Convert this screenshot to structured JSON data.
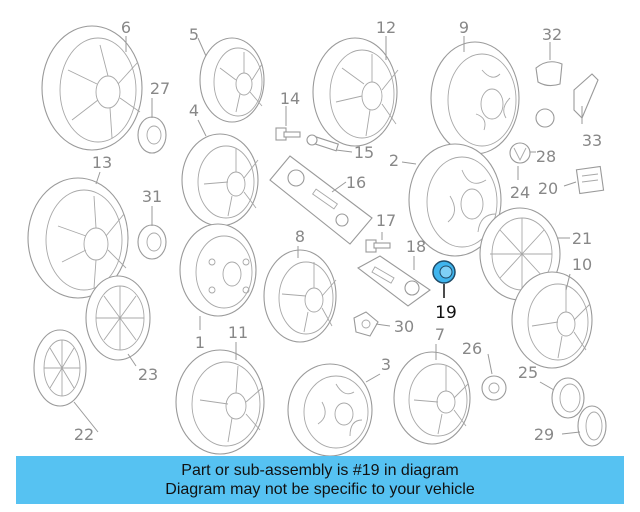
{
  "callouts": [
    {
      "id": "6",
      "label": "6"
    },
    {
      "id": "5",
      "label": "5"
    },
    {
      "id": "12",
      "label": "12"
    },
    {
      "id": "9",
      "label": "9"
    },
    {
      "id": "32",
      "label": "32"
    },
    {
      "id": "27",
      "label": "27"
    },
    {
      "id": "4",
      "label": "4"
    },
    {
      "id": "14",
      "label": "14"
    },
    {
      "id": "15",
      "label": "15"
    },
    {
      "id": "33",
      "label": "33"
    },
    {
      "id": "28",
      "label": "28"
    },
    {
      "id": "13",
      "label": "13"
    },
    {
      "id": "2",
      "label": "2"
    },
    {
      "id": "16",
      "label": "16"
    },
    {
      "id": "24",
      "label": "24"
    },
    {
      "id": "20",
      "label": "20"
    },
    {
      "id": "31",
      "label": "31"
    },
    {
      "id": "17",
      "label": "17"
    },
    {
      "id": "21",
      "label": "21"
    },
    {
      "id": "8",
      "label": "8"
    },
    {
      "id": "18",
      "label": "18"
    },
    {
      "id": "10",
      "label": "10"
    },
    {
      "id": "19",
      "label": "19"
    },
    {
      "id": "30",
      "label": "30"
    },
    {
      "id": "1",
      "label": "1"
    },
    {
      "id": "11",
      "label": "11"
    },
    {
      "id": "3",
      "label": "3"
    },
    {
      "id": "7",
      "label": "7"
    },
    {
      "id": "26",
      "label": "26"
    },
    {
      "id": "23",
      "label": "23"
    },
    {
      "id": "25",
      "label": "25"
    },
    {
      "id": "22",
      "label": "22"
    },
    {
      "id": "29",
      "label": "29"
    }
  ],
  "highlight_part": "19",
  "banner": {
    "line1": "Part or sub-assembly is #19 in diagram",
    "line2": "Diagram may not be specific to your vehicle"
  },
  "colors": {
    "banner_bg": "#56c2f2",
    "highlight": "#3fb5ee",
    "line_art": "#9a9a9a"
  }
}
